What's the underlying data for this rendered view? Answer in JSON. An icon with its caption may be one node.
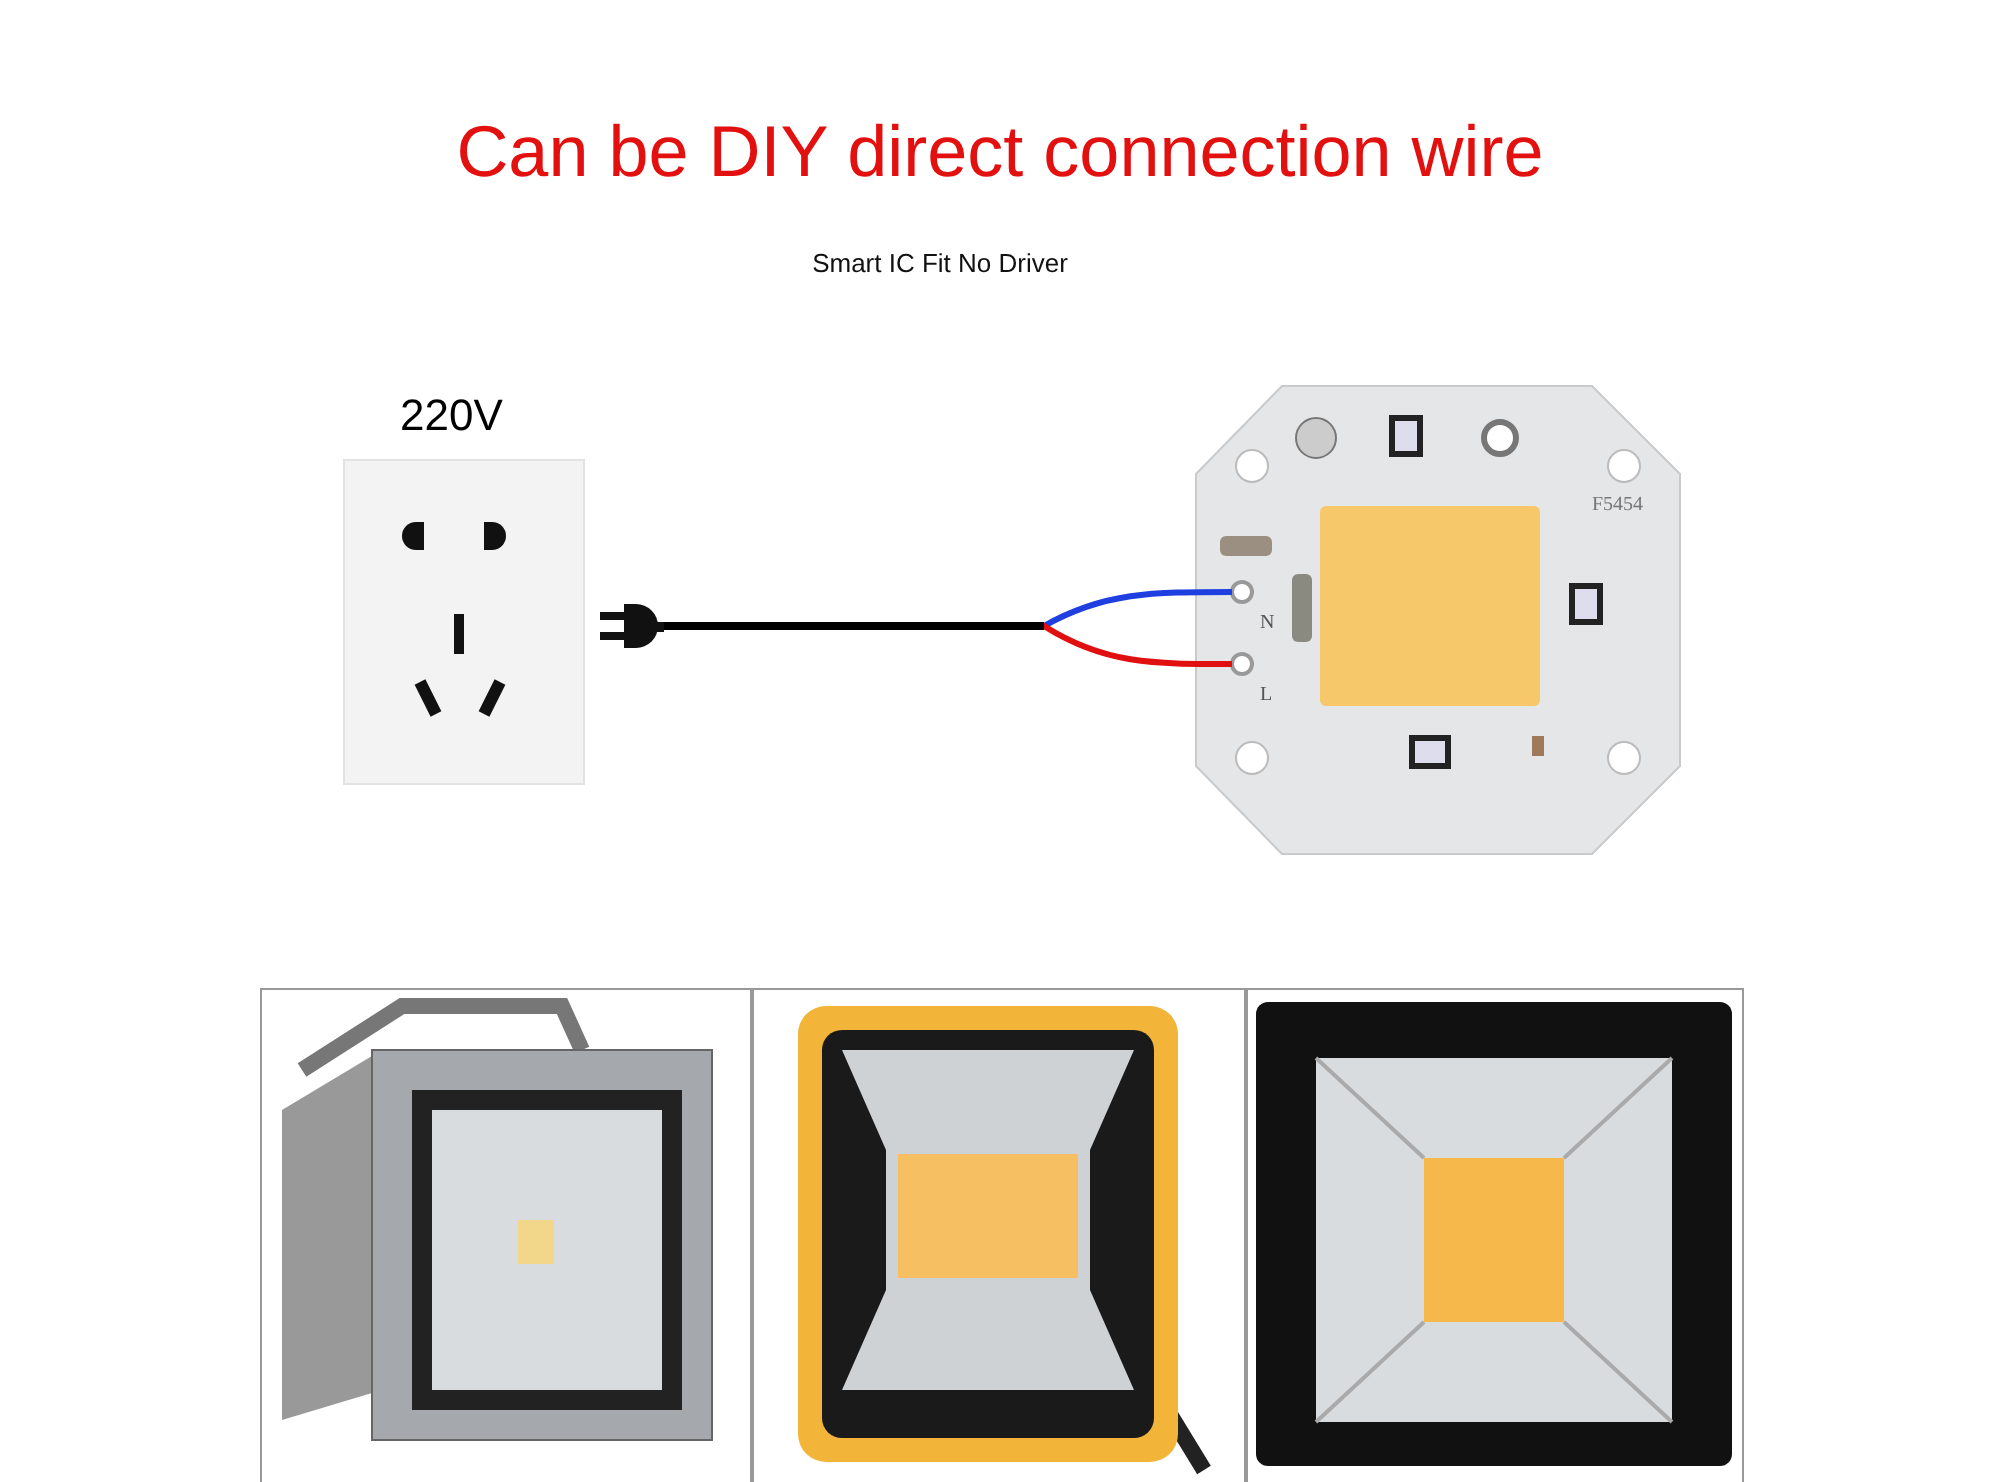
{
  "diagram": {
    "title": "Can be DIY direct connection wire",
    "nodes": [
      {
        "text": [
          "220V"
        ]
      },
      {
        "text": [],
        "shape": "plug"
      },
      {
        "text": [],
        "shape": "picture"
      },
      {
        "text": [
          "N"
        ],
        "in": 2
      },
      {
        "text": [
          "L"
        ],
        "in": 2
      },
      {
        "text": [],
        "shape": "picture"
      },
      {
        "text": [],
        "shape": "picture"
      },
      {
        "text": [],
        "shape": "picture"
      }
    ],
    "edges": [
      {
        "from": 1,
        "to": 3,
        "arrow": "none",
        "color": "#1f3fe0"
      },
      {
        "from": 1,
        "to": 4,
        "arrow": "none",
        "color": "#e01010"
      }
    ],
    "labels": [
      "Smart IC Fit No Driver",
      "F5454"
    ]
  }
}
